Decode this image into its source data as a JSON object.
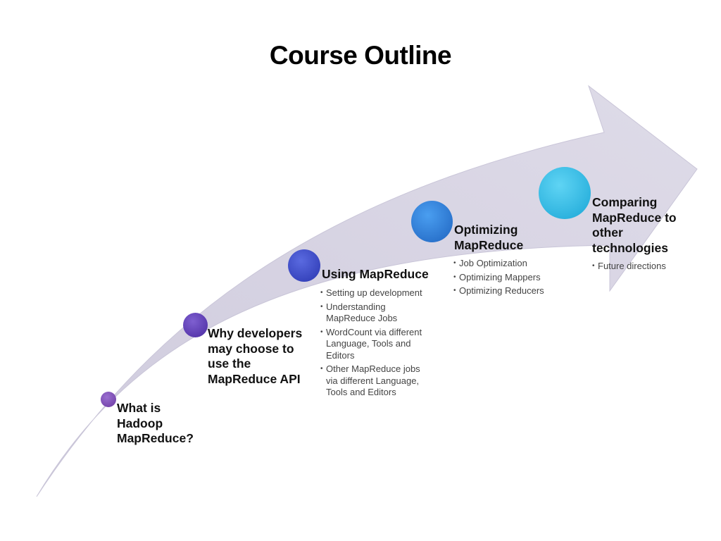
{
  "title": "Course Outline",
  "colors": {
    "arrow_fill": "#d6d3e2",
    "arrow_edge": "#c9c5d8",
    "dot_1": "#7a48b0",
    "dot_2": "#5a3ab0",
    "dot_3": "#3a48c0",
    "dot_4": "#2f7ad0",
    "dot_5": "#2ab6e2"
  },
  "steps": [
    {
      "title": "What is Hadoop MapReduce?",
      "bullets": []
    },
    {
      "title": "Why developers may choose to use the MapReduce API",
      "bullets": []
    },
    {
      "title": "Using MapReduce",
      "bullets": [
        "Setting up development",
        "Understanding MapReduce Jobs",
        "WordCount via different Language, Tools and Editors",
        "Other MapReduce jobs via different Language, Tools and Editors"
      ]
    },
    {
      "title": "Optimizing MapReduce",
      "bullets": [
        "Job Optimization",
        "Optimizing Mappers",
        "Optimizing Reducers"
      ]
    },
    {
      "title": "Comparing MapReduce to other technologies",
      "bullets": [
        "Future directions"
      ]
    }
  ]
}
